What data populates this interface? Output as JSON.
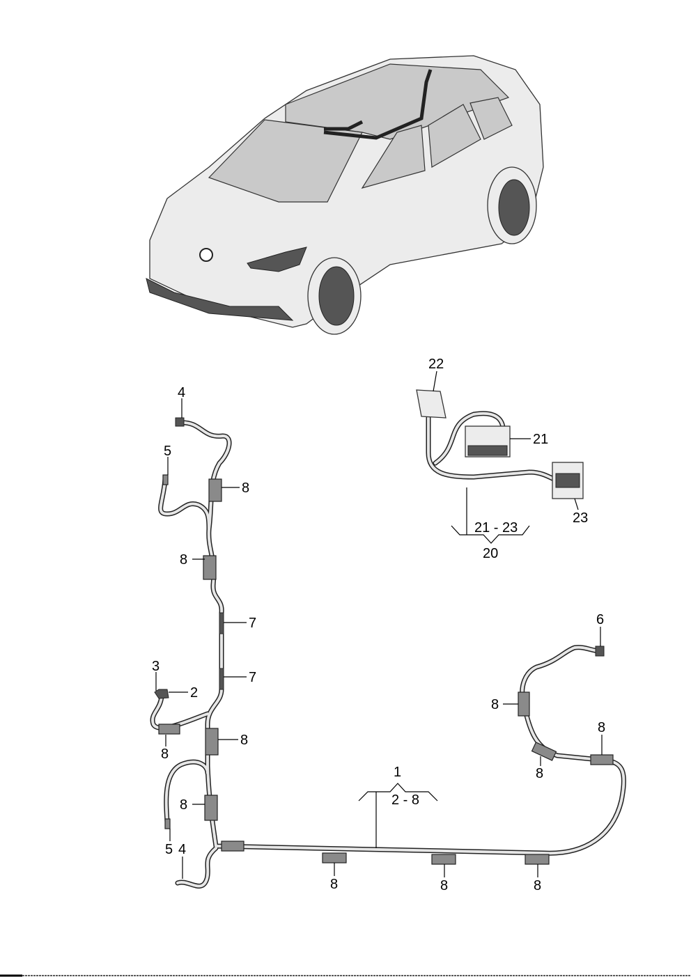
{
  "diagram": {
    "vehicle": "car-illustration",
    "callouts": {
      "c1": "1",
      "c2_8": "2 - 8",
      "c2": "2",
      "c3": "3",
      "c4_top": "4",
      "c4_bottom": "4",
      "c5_top": "5",
      "c5_bottom": "5",
      "c6": "6",
      "c7_a": "7",
      "c7_b": "7",
      "c8_a": "8",
      "c8_b": "8",
      "c8_c": "8",
      "c8_d": "8",
      "c8_e": "8",
      "c8_f": "8",
      "c8_g": "8",
      "c8_h": "8",
      "c8_i": "8",
      "c8_j": "8",
      "c8_k": "8",
      "c20": "20",
      "c21": "21",
      "c21_23": "21 - 23",
      "c22": "22",
      "c23": "23"
    }
  }
}
